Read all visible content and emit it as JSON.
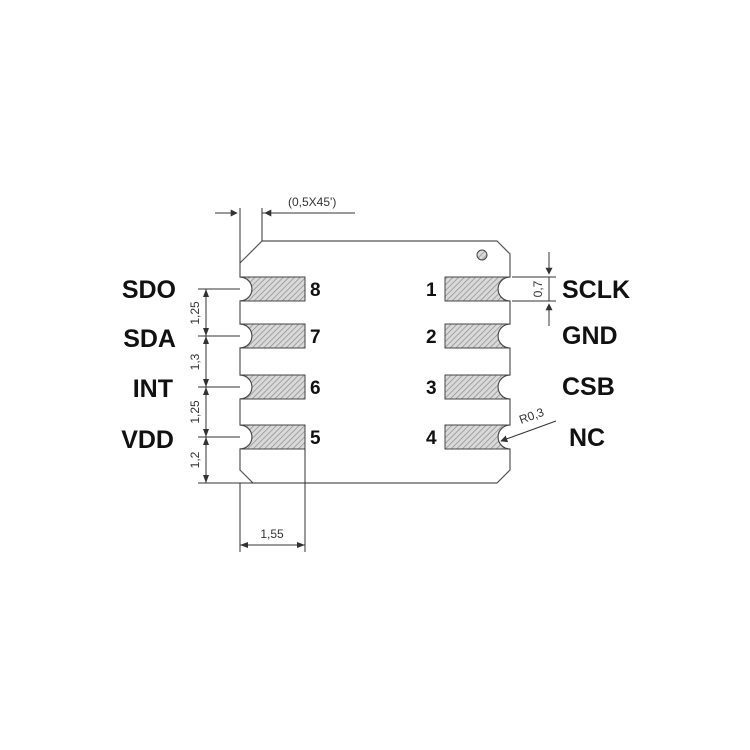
{
  "diagram": {
    "pins": [
      {
        "number": "1",
        "signal": "SCLK"
      },
      {
        "number": "2",
        "signal": "GND"
      },
      {
        "number": "3",
        "signal": "CSB"
      },
      {
        "number": "4",
        "signal": "NC"
      },
      {
        "number": "5",
        "signal": "VDD"
      },
      {
        "number": "6",
        "signal": "INT"
      },
      {
        "number": "7",
        "signal": "SDA"
      },
      {
        "number": "8",
        "signal": "SDO"
      }
    ],
    "dimensions": {
      "chamfer": "(0,5X45')",
      "pitch_8_7": "1,25",
      "pitch_7_6": "1,3",
      "pitch_6_5": "1,25",
      "edge_5": "1,2",
      "pad_length": "1,55",
      "pad_width": "0,7",
      "pad_radius": "R0,3"
    },
    "colors": {
      "pad_hatch": "#8a8a8a",
      "outline": "#555555",
      "text": "#111111"
    }
  }
}
